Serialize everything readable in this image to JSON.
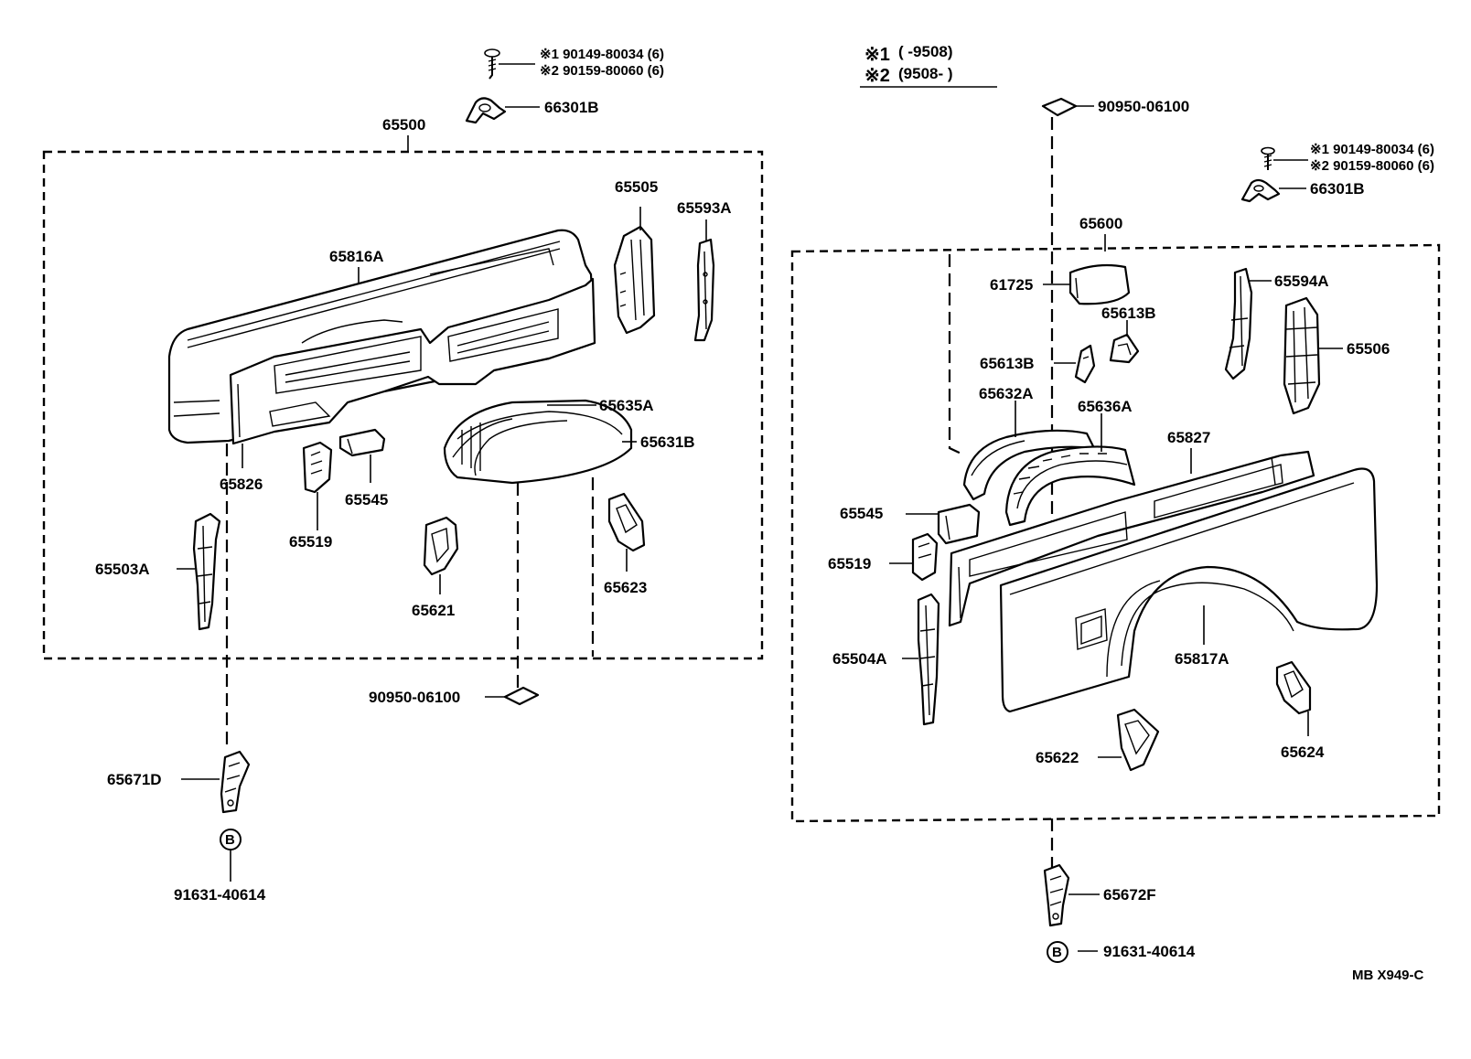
{
  "notes": {
    "mark_1": "※1",
    "mark_2": "※2",
    "range_1": "(      -9508)",
    "range_2": "(9508-        )"
  },
  "left": {
    "assembly": "65500",
    "screw_1": "※1 90149-80034 (6)",
    "screw_2": "※2 90159-80060 (6)",
    "hook": "66301B",
    "parts": {
      "p65816A": "65816A",
      "p65505": "65505",
      "p65593A": "65593A",
      "p65635A": "65635A",
      "p65631B": "65631B",
      "p65826": "65826",
      "p65545": "65545",
      "p65519": "65519",
      "p65503A": "65503A",
      "p65621": "65621",
      "p65623": "65623"
    },
    "plug": "90950-06100",
    "bracket": "65671D",
    "bolt_mark": "B",
    "bolt": "91631-40614"
  },
  "right": {
    "assembly": "65600",
    "plug": "90950-06100",
    "screw_1": "※1 90149-80034 (6)",
    "screw_2": "※2 90159-80060 (6)",
    "hook": "66301B",
    "parts": {
      "p61725": "61725",
      "p65613B_a": "65613B",
      "p65613B_b": "65613B",
      "p65594A": "65594A",
      "p65506": "65506",
      "p65632A": "65632A",
      "p65636A": "65636A",
      "p65827": "65827",
      "p65545": "65545",
      "p65519": "65519",
      "p65504A": "65504A",
      "p65817A": "65817A",
      "p65622": "65622",
      "p65624": "65624"
    },
    "bracket": "65672F",
    "bolt_mark": "B",
    "bolt": "91631-40614"
  },
  "catalog_code": "MB X949-C"
}
